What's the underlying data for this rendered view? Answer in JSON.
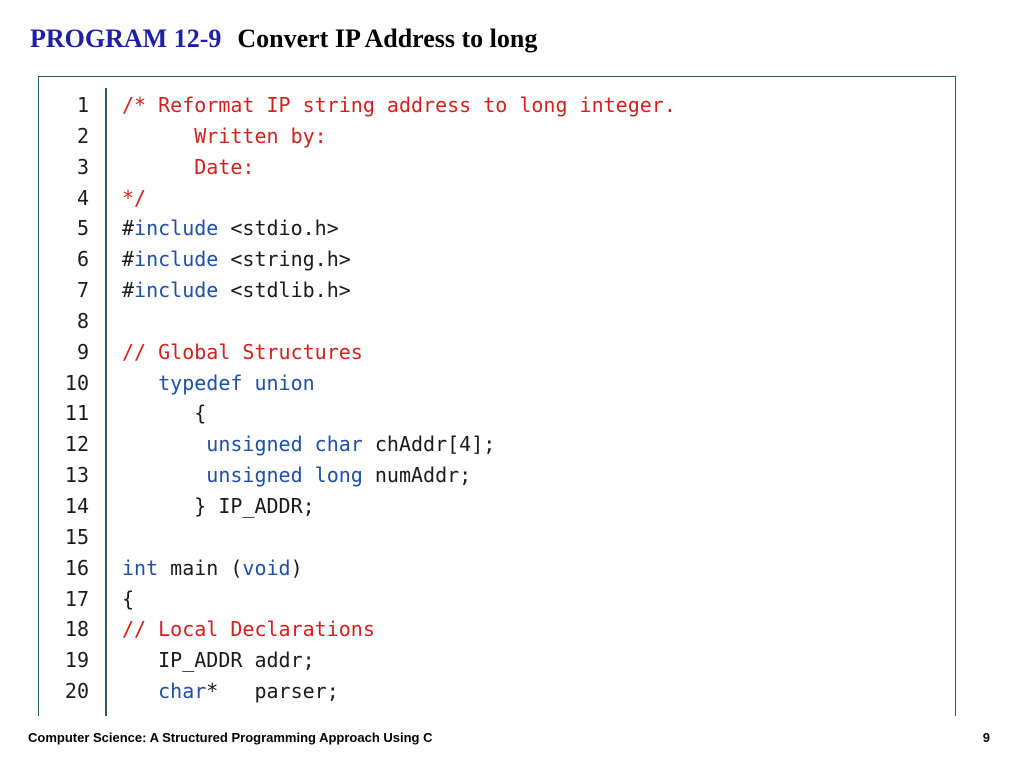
{
  "slide": {
    "program_label": "PROGRAM 12-9",
    "program_title": "Convert IP Address to long"
  },
  "code": {
    "lines": [
      {
        "number": "1",
        "segments": [
          {
            "text": "/* Reformat IP string address to long integer.",
            "type": "comment"
          }
        ]
      },
      {
        "number": "2",
        "segments": [
          {
            "text": "      Written by:",
            "type": "comment"
          }
        ]
      },
      {
        "number": "3",
        "segments": [
          {
            "text": "      Date:",
            "type": "comment"
          }
        ]
      },
      {
        "number": "4",
        "segments": [
          {
            "text": "*/",
            "type": "comment"
          }
        ]
      },
      {
        "number": "5",
        "segments": [
          {
            "text": "#",
            "type": "plain"
          },
          {
            "text": "include",
            "type": "keyword"
          },
          {
            "text": " <stdio.h>",
            "type": "plain"
          }
        ]
      },
      {
        "number": "6",
        "segments": [
          {
            "text": "#",
            "type": "plain"
          },
          {
            "text": "include",
            "type": "keyword"
          },
          {
            "text": " <string.h>",
            "type": "plain"
          }
        ]
      },
      {
        "number": "7",
        "segments": [
          {
            "text": "#",
            "type": "plain"
          },
          {
            "text": "include",
            "type": "keyword"
          },
          {
            "text": " <stdlib.h>",
            "type": "plain"
          }
        ]
      },
      {
        "number": "8",
        "segments": []
      },
      {
        "number": "9",
        "segments": [
          {
            "text": "// Global Structures",
            "type": "comment"
          }
        ]
      },
      {
        "number": "10",
        "segments": [
          {
            "text": "   ",
            "type": "plain"
          },
          {
            "text": "typedef",
            "type": "keyword"
          },
          {
            "text": " ",
            "type": "plain"
          },
          {
            "text": "union",
            "type": "keyword"
          }
        ]
      },
      {
        "number": "11",
        "segments": [
          {
            "text": "      {",
            "type": "plain"
          }
        ]
      },
      {
        "number": "12",
        "segments": [
          {
            "text": "       ",
            "type": "plain"
          },
          {
            "text": "unsigned",
            "type": "keyword"
          },
          {
            "text": " ",
            "type": "plain"
          },
          {
            "text": "char",
            "type": "keyword"
          },
          {
            "text": " chAddr[4];",
            "type": "plain"
          }
        ]
      },
      {
        "number": "13",
        "segments": [
          {
            "text": "       ",
            "type": "plain"
          },
          {
            "text": "unsigned",
            "type": "keyword"
          },
          {
            "text": " ",
            "type": "plain"
          },
          {
            "text": "long",
            "type": "keyword"
          },
          {
            "text": " numAddr;",
            "type": "plain"
          }
        ]
      },
      {
        "number": "14",
        "segments": [
          {
            "text": "      } IP_ADDR;",
            "type": "plain"
          }
        ]
      },
      {
        "number": "15",
        "segments": []
      },
      {
        "number": "16",
        "segments": [
          {
            "text": "int",
            "type": "keyword"
          },
          {
            "text": " main (",
            "type": "plain"
          },
          {
            "text": "void",
            "type": "keyword"
          },
          {
            "text": ")",
            "type": "plain"
          }
        ]
      },
      {
        "number": "17",
        "segments": [
          {
            "text": "{",
            "type": "plain"
          }
        ]
      },
      {
        "number": "18",
        "segments": [
          {
            "text": "// Local Declarations",
            "type": "comment"
          }
        ]
      },
      {
        "number": "19",
        "segments": [
          {
            "text": "   IP_ADDR addr;",
            "type": "plain"
          }
        ]
      },
      {
        "number": "20",
        "segments": [
          {
            "text": "   ",
            "type": "plain"
          },
          {
            "text": "char",
            "type": "keyword"
          },
          {
            "text": "*   parser;",
            "type": "plain"
          }
        ]
      }
    ]
  },
  "footer": {
    "book_title": "Computer Science: A Structured Programming Approach Using C",
    "page_number": "9"
  },
  "colors": {
    "program_label": "#1f1fa6",
    "comment": "#d41f1f",
    "keyword": "#1f4fa6",
    "plain": "#1a1a1a",
    "frame_border": "#2c5a66"
  }
}
